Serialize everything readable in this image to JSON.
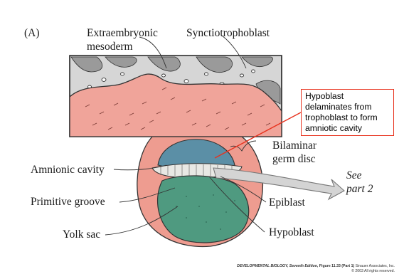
{
  "panel_label": "(A)",
  "labels": {
    "extraembryonic": [
      "Extraembryonic",
      "mesoderm"
    ],
    "syncytiotrophoblast": "Synctiotrophoblast",
    "bilaminar": [
      "Bilaminar",
      "germ disc"
    ],
    "see_part": [
      "See",
      "part 2"
    ],
    "amnionic_cavity": "Amnionic cavity",
    "primitive_groove": "Primitive groove",
    "epiblast": "Epiblast",
    "yolk_sac": "Yolk sac",
    "hypoblast": "Hypoblast"
  },
  "callout": {
    "lines": [
      "Hypoblast",
      "delaminates from",
      "trophoblast to form",
      "amniotic cavity"
    ],
    "color": "#e8321e"
  },
  "credit": {
    "title": "DEVELOPMENTAL BIOLOGY, Seventh Edition,",
    "figure": " Figure 11.33 (Part 1)",
    "publisher": "  Sinauer Associates, Inc.",
    "rights": "© 2003 All rights reserved."
  },
  "colors": {
    "mesoderm": "#f0a49a",
    "synctio": "#c9c9c9",
    "amnion": "#5b8fa6",
    "yolk": "#4f9a80",
    "arrow": "#cfcfcf"
  }
}
